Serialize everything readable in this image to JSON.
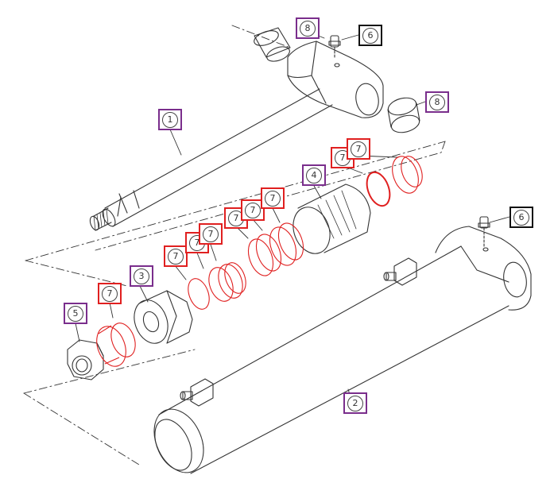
{
  "callouts": [
    {
      "id": "c1",
      "label": "1",
      "color": "purple"
    },
    {
      "id": "c2",
      "label": "2",
      "color": "purple"
    },
    {
      "id": "c3",
      "label": "3",
      "color": "purple"
    },
    {
      "id": "c4",
      "label": "4",
      "color": "purple"
    },
    {
      "id": "c5",
      "label": "5",
      "color": "purple"
    },
    {
      "id": "c6a",
      "label": "6",
      "color": "black"
    },
    {
      "id": "c6b",
      "label": "6",
      "color": "black"
    },
    {
      "id": "c7a",
      "label": "7",
      "color": "red"
    },
    {
      "id": "c7b",
      "label": "7",
      "color": "red"
    },
    {
      "id": "c7c",
      "label": "7",
      "color": "red"
    },
    {
      "id": "c7d",
      "label": "7",
      "color": "red"
    },
    {
      "id": "c7e",
      "label": "7",
      "color": "red"
    },
    {
      "id": "c7f",
      "label": "7",
      "color": "red"
    },
    {
      "id": "c7g",
      "label": "7",
      "color": "red"
    },
    {
      "id": "c7h",
      "label": "7",
      "color": "red"
    },
    {
      "id": "c7i",
      "label": "7",
      "color": "red"
    },
    {
      "id": "c8a",
      "label": "8",
      "color": "purple"
    },
    {
      "id": "c8b",
      "label": "8",
      "color": "purple"
    }
  ],
  "colors": {
    "line": "#333333",
    "seal": "#e02020",
    "purple": "#7a2e8c",
    "black": "#111111"
  }
}
